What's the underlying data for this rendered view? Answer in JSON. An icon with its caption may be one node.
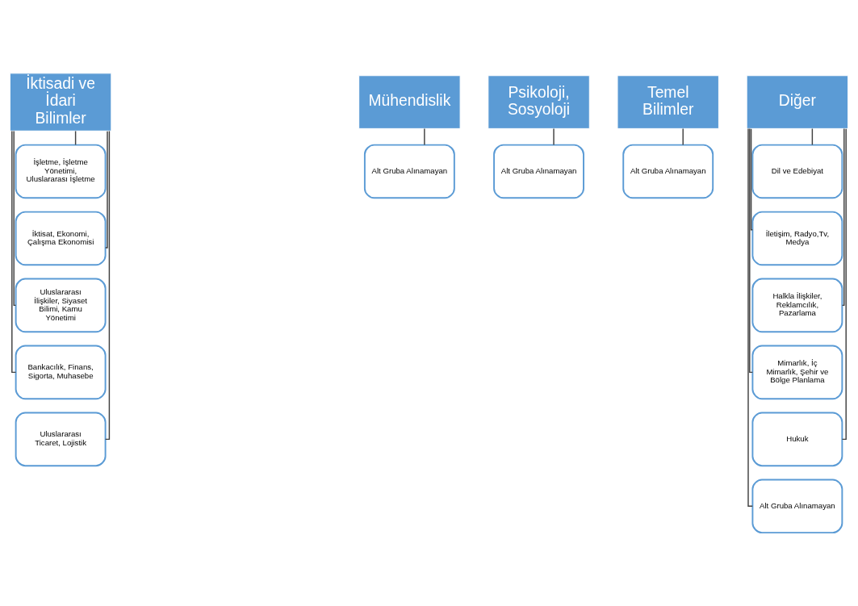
{
  "diagram": {
    "nodes": [
      {
        "text": [
          "İktisadi ve İdari Bilimler"
        ]
      },
      {
        "text": [
          "İşletme, İşletme Yönetimi, Uluslararası İşletme"
        ]
      },
      {
        "text": [
          "İktisat, Ekonomi, Çalışma Ekonomisi"
        ]
      },
      {
        "text": [
          "Uluslararası İlişkiler, Siyaset Bilimi, Kamu Yönetimi"
        ]
      },
      {
        "text": [
          "Bankacılık, Finans, Sigorta, Muhasebe"
        ]
      },
      {
        "text": [
          "Uluslararası Ticaret, Lojistik"
        ]
      },
      {
        "text": [
          "Mühendislik"
        ]
      },
      {
        "text": [
          "Alt Gruba Alınamayan"
        ]
      },
      {
        "text": [
          "Psikoloji, Sosyoloji"
        ]
      },
      {
        "text": [
          "Alt Gruba Alınamayan"
        ]
      },
      {
        "text": [
          "Temel Bilimler"
        ]
      },
      {
        "text": [
          "Alt Gruba Alınamayan"
        ]
      },
      {
        "text": [
          "Diğer"
        ]
      },
      {
        "text": [
          "Dil ve Edebiyat"
        ]
      },
      {
        "text": [
          "İletişim, Radyo,Tv, Medya"
        ]
      },
      {
        "text": [
          "Halkla İlişkiler, Reklamcılık, Pazarlama"
        ]
      },
      {
        "text": [
          "Mimarlık, İç Mimarlık, Şehir ve Bölge Planlama"
        ]
      },
      {
        "text": [
          "Hukuk"
        ]
      },
      {
        "text": [
          "Alt Gruba Alınamayan"
        ]
      }
    ],
    "edges": [
      {
        "from": 0,
        "to": 1,
        "arrow": "none"
      },
      {
        "from": 0,
        "to": 2,
        "arrow": "none"
      },
      {
        "from": 0,
        "to": 3,
        "arrow": "none"
      },
      {
        "from": 0,
        "to": 4,
        "arrow": "none"
      },
      {
        "from": 0,
        "to": 5,
        "arrow": "none"
      },
      {
        "from": 6,
        "to": 7,
        "arrow": "none"
      },
      {
        "from": 8,
        "to": 9,
        "arrow": "none"
      },
      {
        "from": 10,
        "to": 11,
        "arrow": "none"
      },
      {
        "from": 12,
        "to": 13,
        "arrow": "none"
      },
      {
        "from": 12,
        "to": 14,
        "arrow": "none"
      },
      {
        "from": 12,
        "to": 15,
        "arrow": "none"
      },
      {
        "from": 12,
        "to": 16,
        "arrow": "none"
      },
      {
        "from": 12,
        "to": 17,
        "arrow": "none"
      },
      {
        "from": 12,
        "to": 18,
        "arrow": "none"
      }
    ]
  }
}
